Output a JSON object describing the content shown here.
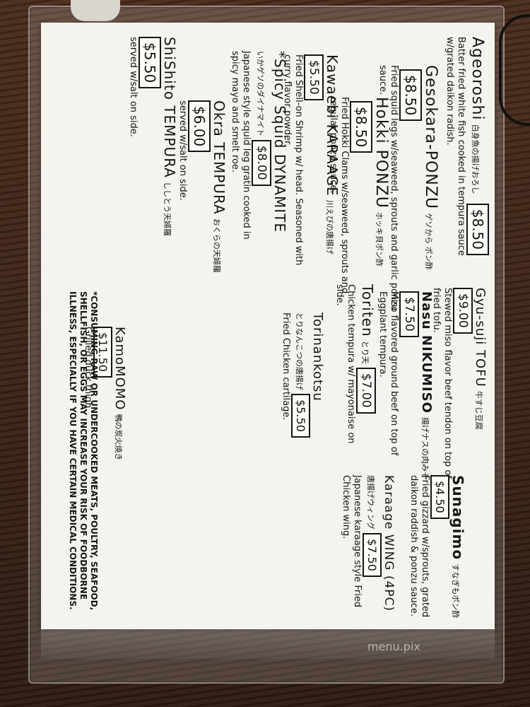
{
  "notice": "*CONSUMING RAW OR UNDERCOOKED MEATS, POULTRY, SEAFOOD, SHELLFISH, OR EGGS MAY INCREASE YOUR RISK OF FOODBORNE ILLNESS, ESPECIALLY IF YOU HAVE CERTAIN MEDICAL CONDITIONS.",
  "items": [
    {
      "name": "Ageoroshi",
      "jp": "白身魚の揚げおろし",
      "price": "$8.50",
      "desc": "Batter fried white fish cooked in tempura sauce w/grated daikon radish."
    },
    {
      "name": "Gesokara-PONZU",
      "jp": "ゲソから ポン酢",
      "price": "$8.50",
      "desc": "Fried squid legs w/seaweed, sprouts and garlic ponzu sauce."
    },
    {
      "name": "Hokki PONZU",
      "jp": "ホッキ貝ポン酢",
      "price": "$8.50",
      "desc": "Fried Hokki Clams w/seaweed, sprouts and regular ponzu sauce."
    },
    {
      "name": "Kawaebi KARAAGE",
      "jp": "川えびの唐揚げ",
      "price": "$5.50",
      "desc": "Fried Shell-on Shrimp w/ head. Seasoned with curry flavor powder."
    },
    {
      "name": "*Spicy Squid DYNAMITE",
      "jp": "いかゲソのダイナマイト",
      "price": "$8.00",
      "desc": "Japanese style squid leg gratin cooked in spicy mayo and smelt roe."
    },
    {
      "name": "Okra TEMPURA",
      "jp": "おくらの天婦羅",
      "price": "$6.00",
      "desc": "served w/salt on side."
    },
    {
      "name": "ShiShito TEMPURA",
      "jp": "ししとう天婦羅",
      "price": "$5.50",
      "desc": "served w/salt on side."
    },
    {
      "name": "Gyu-suji TOFU",
      "jp": "牛すじ豆腐",
      "price": "$9.00",
      "desc": "Stewed miso flavor beef tendon on top of fried tofu."
    },
    {
      "name": "Nasu NIKUMISO",
      "jp": "揚げナスの肉みそ",
      "price": "$7.50",
      "desc": "Miso flavored ground beef on top of Eggplant tempura."
    },
    {
      "name": "Toriten",
      "jp": "とり天",
      "price": "$7.00",
      "desc": "Chicken tempura w/ mayonaise on side."
    },
    {
      "name": "KamoMOMO",
      "jp": "鴨の炭火焼き",
      "price": "$11.50",
      "desc": "Grilled duck thigh."
    },
    {
      "name": "Sunagimo",
      "jp": "すなぎもポン酢",
      "price": "$4.50",
      "desc": "Fried gizzard w/sprouts, grated daikon raddish & ponzu sauce."
    },
    {
      "name": "Karaage WING (4PC)",
      "jp": "唐揚げウィング",
      "price": "$7.50",
      "desc": "Japanese karaage style Fried Chicken wing."
    },
    {
      "name": "Torinankotsu",
      "jp": "とりなんこつの唐揚げ",
      "price": "$5.50",
      "desc": "Fried Chicken cartilage."
    }
  ],
  "watermark": "menu.pix"
}
